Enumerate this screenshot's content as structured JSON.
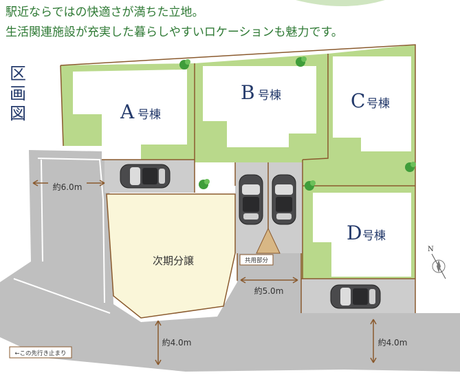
{
  "header": {
    "line1": "駅近ならではの快適さが満ちた立地。",
    "line2": "生活関連施設が充実した暮らしやすいロケーションも魅力です。"
  },
  "map": {
    "title": "区画図",
    "lots": [
      {
        "letter": "A",
        "suffix": "号棟"
      },
      {
        "letter": "B",
        "suffix": "号棟"
      },
      {
        "letter": "C",
        "suffix": "号棟"
      },
      {
        "letter": "D",
        "suffix": "号棟"
      }
    ],
    "future_lot": "次期分譲",
    "shared_area": "共用部分",
    "road_widths": {
      "left_road": "約6.0m",
      "driveway": "約5.0m",
      "front_road_left": "約4.0m",
      "front_road_right": "約4.0m"
    },
    "dead_end_note": "←この先行き止まり",
    "compass_label": "N",
    "colors": {
      "heading_green": "#2f7a35",
      "lawn": "#b9d98b",
      "road": "#bfbfbf",
      "future_lot": "#faf6d9",
      "boundary": "#8a5a2e",
      "lot_text": "#243a6b"
    }
  }
}
